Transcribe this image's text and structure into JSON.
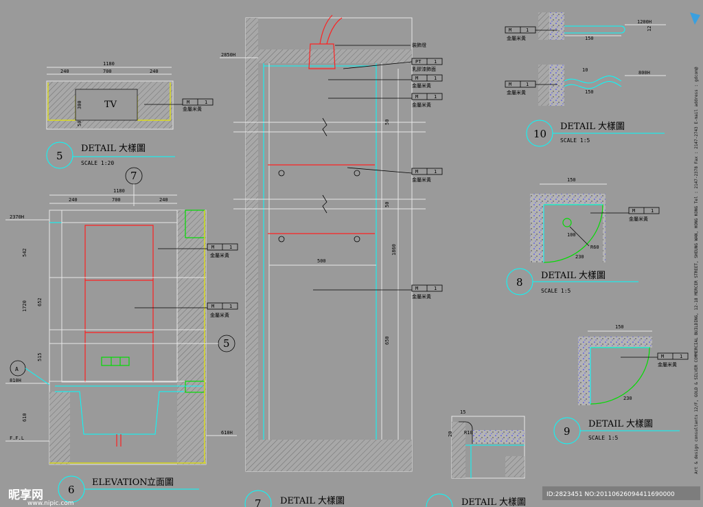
{
  "labels": {
    "dim_1180": "1180",
    "dim_240": "240",
    "dim_700": "700",
    "dim_300": "300",
    "dim_50": "50",
    "tv": "TV",
    "tag_m": "M",
    "tag_1": "1",
    "tag_pt": "PT",
    "material_a": "金屬米黃",
    "paint": "乳膠漆飾面",
    "lamp": "裝飾燈",
    "detail": "DETAIL",
    "detail_cn": "大樣圖",
    "elevation": "ELEVATION",
    "elevation_cn": "立面圖",
    "scale_1_20": "SCALE  1:20",
    "scale_1_5": "SCALE  1:5",
    "lvl_2850": "2850H",
    "lvl_2370": "2370H",
    "lvl_810": "810H",
    "lvl_610": "610H",
    "ffl": "F.F.L",
    "dim_542": "542",
    "dim_652": "652",
    "dim_515": "515",
    "dim_1720": "1720",
    "dim_610": "610",
    "dim_50b": "50",
    "dim_1860": "1860",
    "dim_650": "650",
    "dim_500": "500",
    "dim_150": "150",
    "dim_10": "10",
    "dim_12": "12",
    "dim_1200h": "1200H",
    "dim_800h": "800H",
    "dim_230": "230",
    "dim_r60": "R60",
    "dim_100": "100",
    "dim_15": "15",
    "dim_r10": "R10",
    "dim_20": "20",
    "bubble_a": "A"
  },
  "callouts": {
    "c5": "5",
    "c6": "6",
    "c7": "7",
    "c7b": "7",
    "c8": "8",
    "c9": "9",
    "c10": "10"
  },
  "side_text": "Art & design consultants  12/F, GOLD & SILVER COMMERCIAL BUILDING, 12-18 MERCER STREET, SHEUNG WAN, HONG KONG  Tel : 2147-2378  Fax : 2147-2743  E-mail address : gdcom@",
  "watermark": {
    "brand": "昵享网",
    "url": "www.nipic.com",
    "id": "ID:2823451 NO:20110626094411690000"
  },
  "colors": {
    "background": "#9a9a9a",
    "cyan": "#00ffff",
    "red": "#ff2020",
    "yellow": "#e8e800",
    "green": "#00dd00"
  }
}
